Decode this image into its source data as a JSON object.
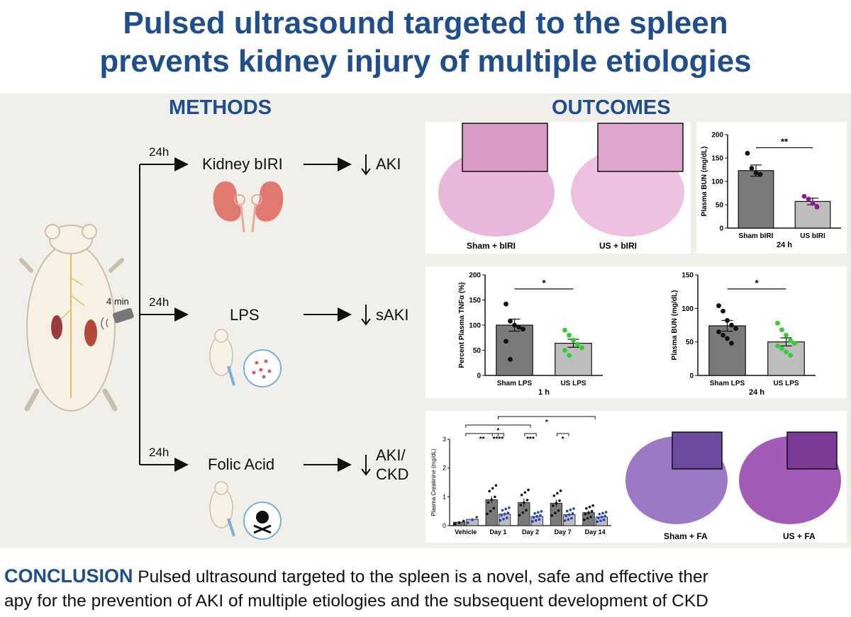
{
  "title": {
    "line1": "Pulsed ultrasound targeted to the spleen",
    "line2": "prevents kidney injury of multiple etiologies"
  },
  "methods": {
    "heading": "METHODS",
    "duration": "4 min",
    "branches": [
      {
        "time": "24h",
        "model": "Kidney bIRI",
        "outcome": "AKI"
      },
      {
        "time": "24h",
        "model": "LPS",
        "outcome": "sAKI"
      },
      {
        "time": "24h",
        "model": "Folic Acid",
        "outcome_line1": "AKI/",
        "outcome_line2": "CKD"
      }
    ]
  },
  "outcomes": {
    "heading": "OUTCOMES",
    "histology_bIRI": {
      "left": "Sham + bIRI",
      "right": "US + bIRI"
    },
    "histology_FA": {
      "left": "Sham + FA",
      "right": "US + FA"
    }
  },
  "chart_data": [
    {
      "type": "bar",
      "ylabel": "Plasma BUN (mg/dL)",
      "xlabel": "24 h",
      "categories": [
        "Sham bIRI",
        "US bIRI"
      ],
      "values": [
        123,
        57
      ],
      "errors": [
        12,
        7
      ],
      "ylim": [
        0,
        200
      ],
      "yticks": [
        0,
        50,
        100,
        150,
        200
      ],
      "points": [
        [
          160,
          128,
          118,
          115
        ],
        [
          68,
          62,
          53,
          45
        ]
      ],
      "significance": "**",
      "colors": [
        "#7a7a7a",
        "#bdbdbd"
      ],
      "point_colors": [
        "#111111",
        "#8b1a8b"
      ]
    },
    {
      "type": "bar",
      "ylabel": "Percent Plasma TNFα (%)",
      "xlabel": "1 h",
      "categories": [
        "Sham LPS",
        "US LPS"
      ],
      "values": [
        100,
        64
      ],
      "errors": [
        12,
        8
      ],
      "ylim": [
        0,
        200
      ],
      "yticks": [
        0,
        50,
        100,
        150,
        200
      ],
      "points": [
        [
          142,
          108,
          100,
          96,
          92,
          68,
          32
        ],
        [
          90,
          80,
          70,
          62,
          55,
          50,
          40
        ]
      ],
      "significance": "*",
      "colors": [
        "#7a7a7a",
        "#bdbdbd"
      ],
      "point_colors": [
        "#111111",
        "#33cc33"
      ]
    },
    {
      "type": "bar",
      "ylabel": "Plasma BUN (mg/dL)",
      "xlabel": "24 h",
      "categories": [
        "Sham LPS",
        "US LPS"
      ],
      "values": [
        74,
        50
      ],
      "errors": [
        8,
        6
      ],
      "ylim": [
        0,
        150
      ],
      "yticks": [
        0,
        50,
        100,
        150
      ],
      "points": [
        [
          104,
          96,
          82,
          75,
          70,
          65,
          60,
          55,
          48
        ],
        [
          78,
          68,
          60,
          52,
          48,
          44,
          40,
          35,
          30
        ]
      ],
      "significance": "*",
      "colors": [
        "#7a7a7a",
        "#bdbdbd"
      ],
      "point_colors": [
        "#111111",
        "#33cc33"
      ]
    },
    {
      "type": "bar",
      "ylabel": "Plasma Creatinine (mg/dL)",
      "categories": [
        "Vehicle",
        "Day 1",
        "Day 2",
        "Day 7",
        "Day 14"
      ],
      "series": [
        {
          "values": [
            0.12,
            0.9,
            0.8,
            0.78,
            0.45
          ],
          "errors": [
            0.03,
            0.12,
            0.15,
            0.12,
            0.07
          ]
        },
        {
          "values": [
            0.22,
            0.4,
            0.32,
            0.38,
            0.3
          ],
          "errors": [
            0.04,
            0.05,
            0.05,
            0.05,
            0.04
          ]
        }
      ],
      "ylim": [
        0,
        3
      ],
      "yticks": [
        0,
        1,
        2,
        3
      ],
      "significance": [
        "**",
        "****",
        "***",
        "*",
        "*",
        "*"
      ],
      "colors": [
        "#7a7a7a",
        "#bdbdbd"
      ],
      "point_colors": [
        "#111111",
        "#1f3fcc"
      ]
    }
  ],
  "conclusion": {
    "keyword": "CONCLUSION",
    "text1": " Pulsed ultrasound targeted to the spleen is a novel, safe and effective ther",
    "text2": "apy for the prevention of AKI of multiple etiologies and the subsequent development of CKD"
  }
}
